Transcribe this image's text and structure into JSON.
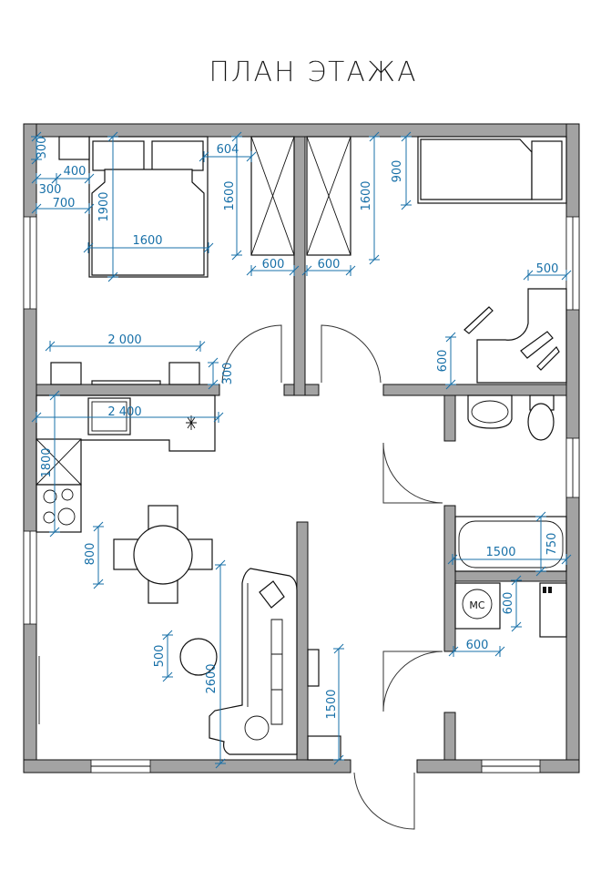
{
  "title": "ПЛАН ЭТАЖА",
  "dimensions": [
    "300",
    "400",
    "300",
    "700",
    "1900",
    "1600",
    "604",
    "1600",
    "600",
    "600",
    "1600",
    "900",
    "500",
    "600",
    "2 000",
    "300",
    "2 400",
    "1800",
    "800",
    "500",
    "2600",
    "1500",
    "1500",
    "750",
    "600",
    "600"
  ],
  "washer_label": "МС",
  "colors": {
    "walls": "#a3a3a3",
    "dimensions": "#1870a8",
    "lines": "#111111"
  }
}
